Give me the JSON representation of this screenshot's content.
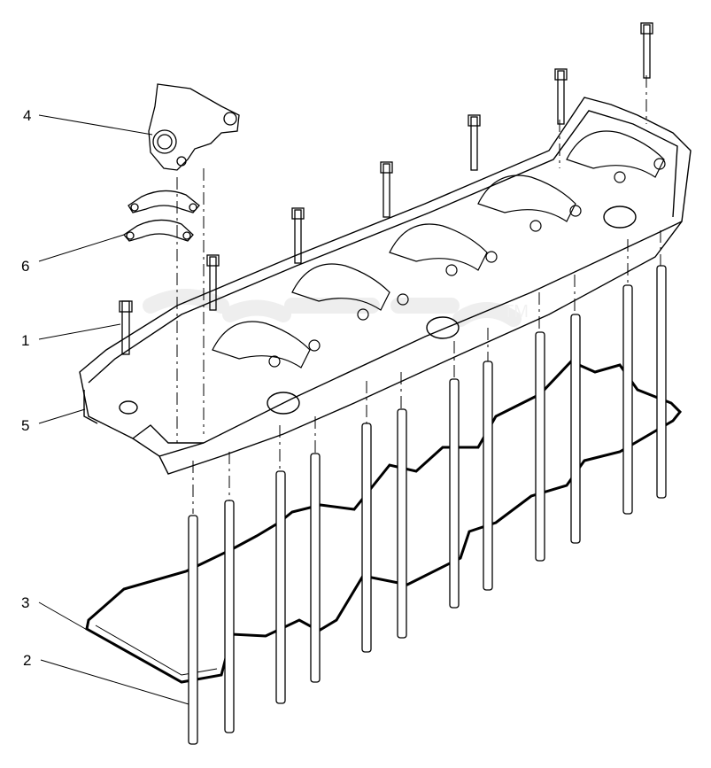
{
  "callouts": [
    {
      "id": "4",
      "label": "4"
    },
    {
      "id": "6",
      "label": "6"
    },
    {
      "id": "1",
      "label": "1"
    },
    {
      "id": "5",
      "label": "5"
    },
    {
      "id": "3",
      "label": "3"
    },
    {
      "id": "2",
      "label": "2"
    }
  ],
  "watermark": {
    "mark": "TM"
  },
  "corner_mark": "",
  "colors": {
    "line": "#000000",
    "background": "#ffffff",
    "watermark": "#d9d9d9"
  }
}
